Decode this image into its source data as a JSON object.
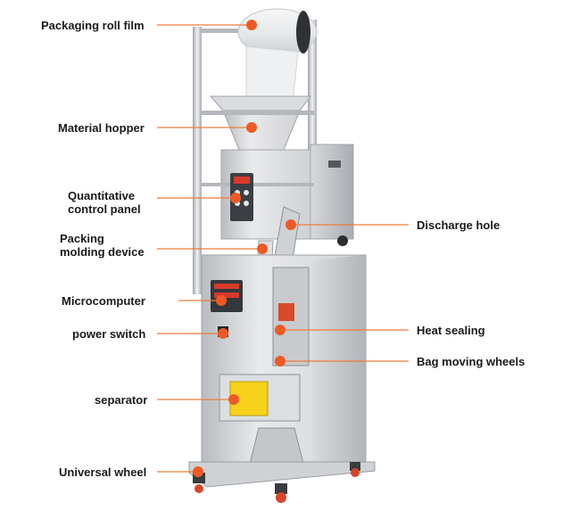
{
  "colors": {
    "marker": "#ef5a24",
    "leader": "#ef7a3a",
    "steel_light": "#e8e9eb",
    "steel_mid": "#c7c9cc",
    "steel_dark": "#9a9da2",
    "warning_yellow": "#f6d21c"
  },
  "labels": {
    "packaging_roll_film": "Packaging roll film",
    "material_hopper": "Material hopper",
    "quantitative_control_panel": "Quantitative\ncontrol panel",
    "packing_molding_device": "Packing\nmolding device",
    "microcomputer": "Microcomputer",
    "power_switch": "power switch",
    "separator": "separator",
    "universal_wheel": "Universal wheel",
    "discharge_hole": "Discharge hole",
    "heat_sealing": "Heat sealing",
    "bag_moving_wheels": "Bag moving wheels"
  }
}
